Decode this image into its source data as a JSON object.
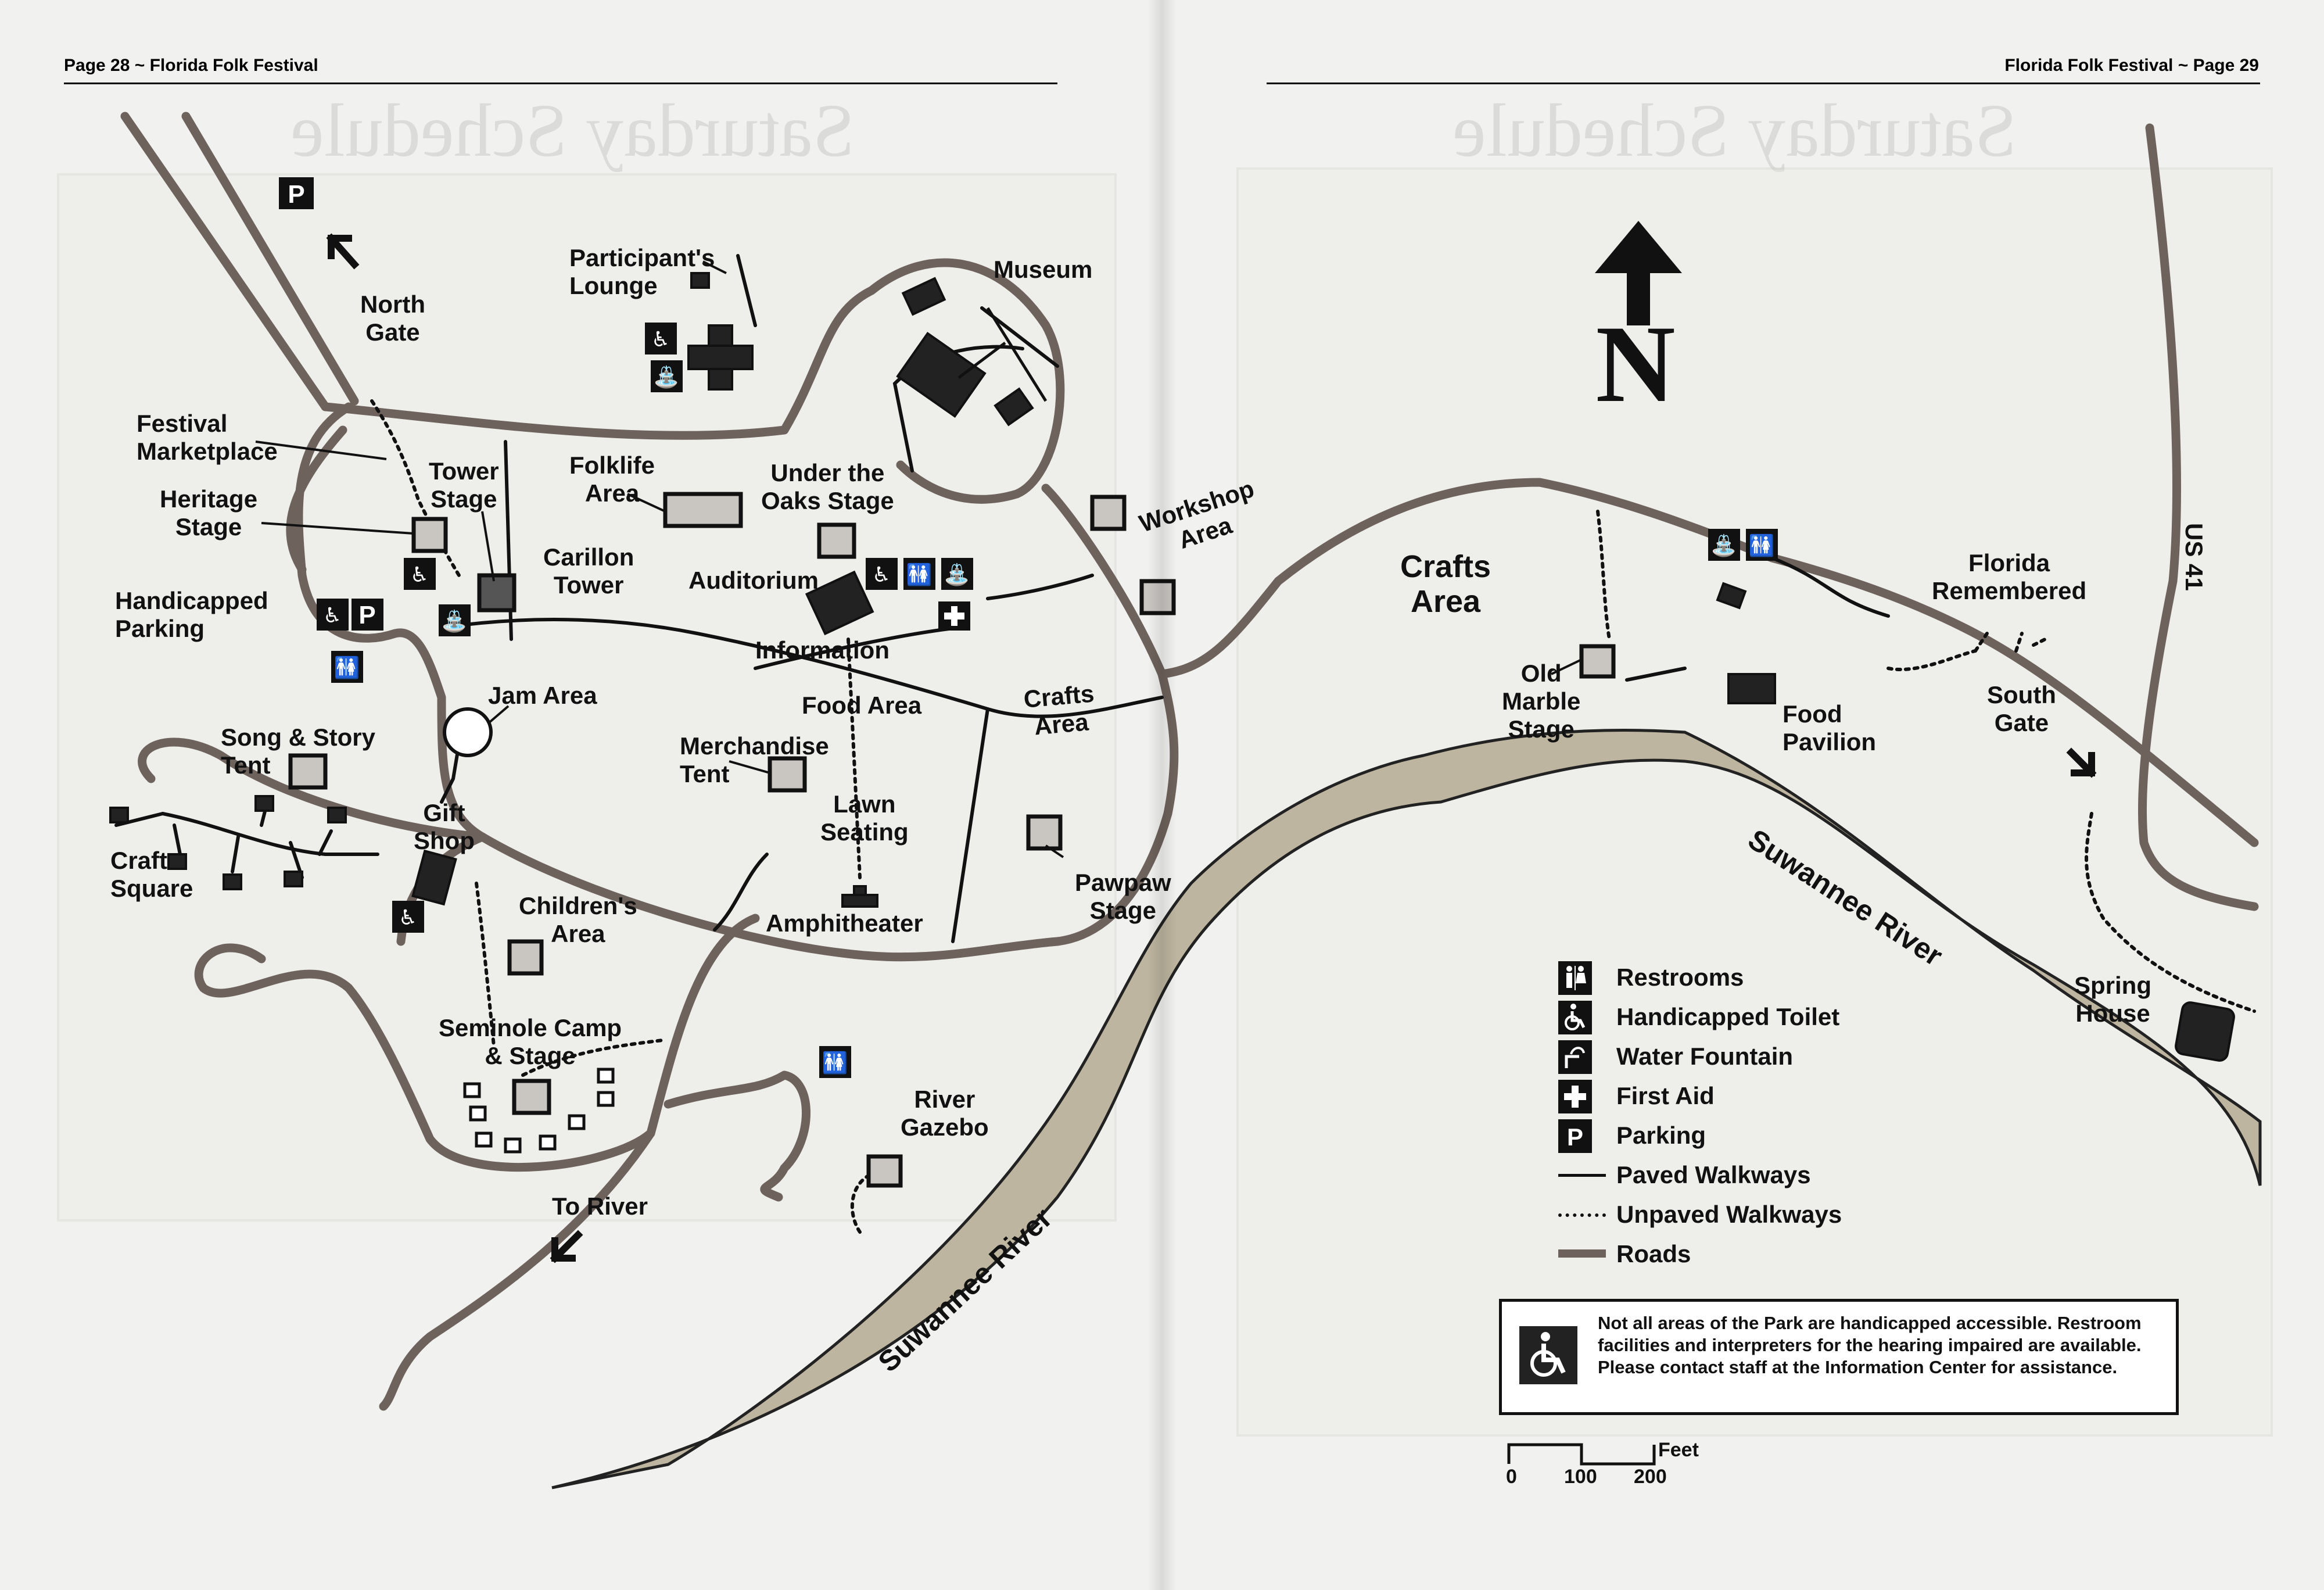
{
  "header": {
    "left": "Page 28 ~ Florida Folk Festival",
    "right": "Florida Folk Festival ~ Page 29",
    "ghost_title": "Saturday Schedule"
  },
  "map": {
    "north_symbol": "N",
    "labels": {
      "north_gate": "North\nGate",
      "festival_marketplace": "Festival\nMarketplace",
      "heritage_stage": "Heritage\nStage",
      "handicapped_parking": "Handicapped\nParking",
      "tower_stage": "Tower\nStage",
      "participants_lounge": "Participant's\nLounge",
      "folklife_area": "Folklife\nArea",
      "carillon_tower": "Carillon\nTower",
      "museum": "Museum",
      "under_the_oaks_stage": "Under the\nOaks Stage",
      "auditorium": "Auditorium",
      "information": "Information",
      "workshop_area": "Workshop\nArea",
      "jam_area": "Jam Area",
      "food_area": "Food Area",
      "crafts_area_small": "Crafts\nArea",
      "song_story_tent": "Song & Story\nTent",
      "merchandise_tent": "Merchandise\nTent",
      "lawn_seating": "Lawn\nSeating",
      "gift_shop": "Gift\nShop",
      "craft_square": "Craft\nSquare",
      "childrens_area": "Children's\nArea",
      "amphitheater": "Amphitheater",
      "pawpaw_stage": "Pawpaw\nStage",
      "seminole_camp": "Seminole Camp\n& Stage",
      "river_gazebo": "River\nGazebo",
      "to_river": "To River",
      "suwannee_river_left": "Suwannee River",
      "crafts_area_big": "Crafts\nArea",
      "old_marble_stage": "Old\nMarble\nStage",
      "food_pavilion": "Food\nPavilion",
      "florida_remembered": "Florida\nRemembered",
      "south_gate": "South\nGate",
      "us41": "US 41",
      "suwannee_river_right": "Suwannee River",
      "spring_house": "Spring\nHouse"
    }
  },
  "legend": {
    "items": [
      {
        "icon": "restroom-icon",
        "label": "Restrooms"
      },
      {
        "icon": "handicapped-toilet-icon",
        "label": "Handicapped Toilet"
      },
      {
        "icon": "water-fountain-icon",
        "label": "Water Fountain"
      },
      {
        "icon": "first-aid-icon",
        "label": "First Aid"
      },
      {
        "icon": "parking-icon",
        "label": "Parking"
      },
      {
        "icon": "paved-walkway-line",
        "label": "Paved Walkways"
      },
      {
        "icon": "unpaved-walkway-line",
        "label": "Unpaved Walkways"
      },
      {
        "icon": "road-line",
        "label": "Roads"
      }
    ],
    "note": "Not all areas of the Park are handicapped accessible. Restroom facilities and interpreters for the hearing impaired are available. Please contact staff at the Information Center for assistance."
  },
  "scale_bar": {
    "unit": "Feet",
    "ticks": [
      "0",
      "100",
      "200"
    ]
  },
  "colors": {
    "road": "#6e625c",
    "river_fill": "#bdb59f",
    "building_fill": "#c9c6c2",
    "ink": "#111111",
    "paper": "#f1f1ef"
  }
}
